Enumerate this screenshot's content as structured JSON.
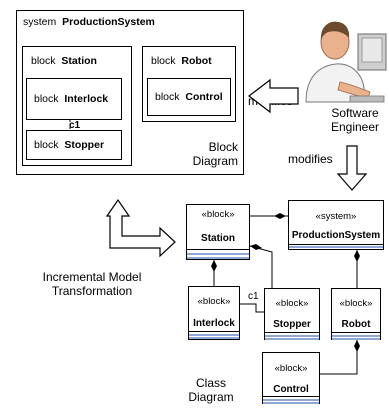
{
  "block_diagram": {
    "system": {
      "keyword": "system",
      "name": "ProductionSystem"
    },
    "station": {
      "keyword": "block",
      "name": "Station"
    },
    "interlock": {
      "keyword": "block",
      "name": "Interlock"
    },
    "stopper": {
      "keyword": "block",
      "name": "Stopper"
    },
    "robot": {
      "keyword": "block",
      "name": "Robot"
    },
    "control": {
      "keyword": "block",
      "name": "Control"
    },
    "connector_label": "c1",
    "caption_line1": "Block",
    "caption_line2": "Diagram"
  },
  "engineer": {
    "label_line1": "Software",
    "label_line2": "Engineer",
    "modifies_left": "modifies",
    "modifies_down": "modifies"
  },
  "transformation": {
    "label_line1": "Incremental Model",
    "label_line2": "Transformation"
  },
  "class_diagram": {
    "station": {
      "stereotype": "«block»",
      "name": "Station"
    },
    "production_system": {
      "stereotype": "«system»",
      "name": "ProductionSystem"
    },
    "interlock": {
      "stereotype": "«block»",
      "name": "Interlock"
    },
    "stopper": {
      "stereotype": "«block»",
      "name": "Stopper"
    },
    "robot": {
      "stereotype": "«block»",
      "name": "Robot"
    },
    "control": {
      "stereotype": "«block»",
      "name": "Control"
    },
    "association_label": "c1",
    "caption_line1": "Class",
    "caption_line2": "Diagram"
  },
  "colors": {
    "line": "#000000",
    "compartment": "#8fa6d6",
    "skin": "#e9b28c",
    "shirt": "#f2f2f2",
    "hair": "#6b4a2e"
  }
}
